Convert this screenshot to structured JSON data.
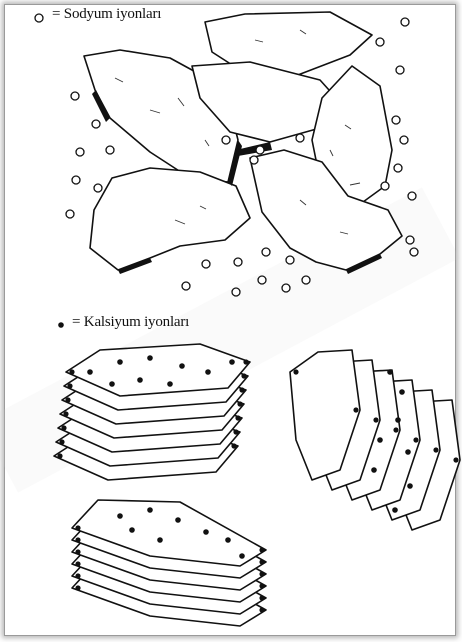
{
  "legend": {
    "sodium_label": "= Sodyum iyonları",
    "calcium_label": "= Kalsiyum iyonları",
    "sodium_symbol": "open-circle",
    "calcium_symbol": "filled-dot"
  },
  "colors": {
    "line": "#111111",
    "background": "#ffffff"
  }
}
